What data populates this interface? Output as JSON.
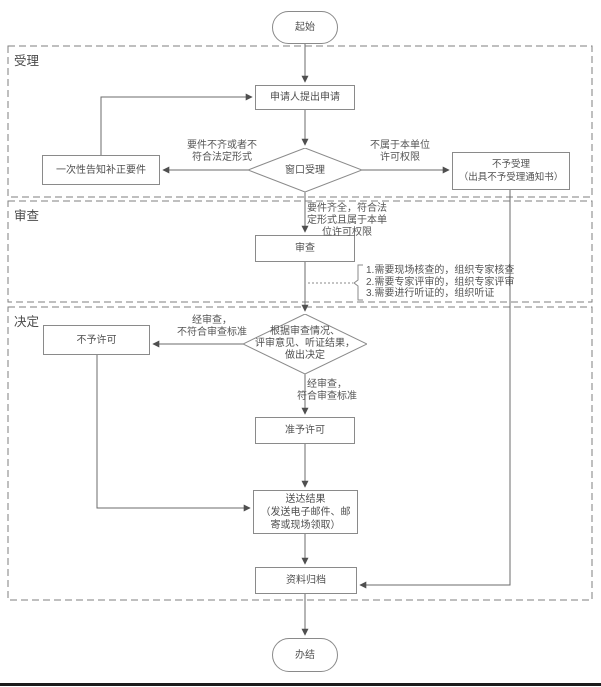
{
  "diagram": {
    "start_label": "起始",
    "end_label": "办结",
    "sections": {
      "accept": "受理",
      "review": "审查",
      "decide": "决定"
    },
    "nodes": {
      "apply": "申请人提出申请",
      "window": "窗口受理",
      "notify": "一次性告知补正要件",
      "no_accept": "不予受理\n（出具不予受理通知书）",
      "review_box": "审查",
      "decision": "根据审查情况、\n评审意见、听证结果，\n做出决定",
      "deny": "不予许可",
      "grant": "准予许可",
      "deliver": "送达结果\n（发送电子邮件、邮\n寄或现场领取）",
      "archive": "资料归档"
    },
    "edge_labels": {
      "incomplete": "要件不齐或者不\n符合法定形式",
      "not_authority": "不属于本单位\n许可权限",
      "complete": "要件齐全，符合法\n定形式且属于本单\n位许可权限",
      "fail": "经审查，\n不符合审查标准",
      "pass": "经审查，\n符合审查标准"
    },
    "notes": "1.需要现场核查的，组织专家核查\n2.需要专家评审的，组织专家评审\n3.需要进行听证的，组织听证",
    "colors": {
      "connector": "#6b6b6b",
      "shape_border": "#8a8a8a",
      "text": "#4f4f4f",
      "section_border": "#7f7f7f"
    }
  }
}
